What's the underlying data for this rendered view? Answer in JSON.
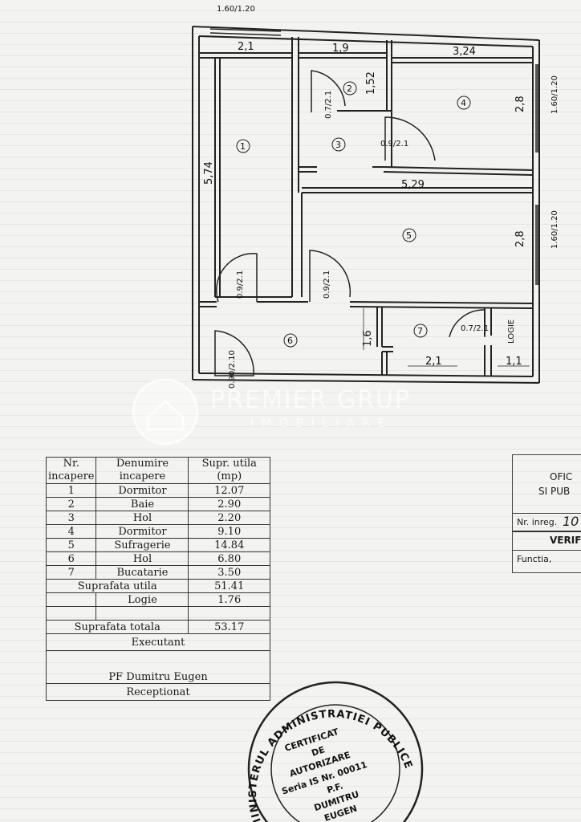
{
  "plan": {
    "top_window": "1.60/1.20",
    "dims": {
      "r1_width": "2,1",
      "r1_length": "5,74",
      "r2_width": "1,9",
      "r2_height": "1,52",
      "r4_width": "3,24",
      "r4_height": "2,8",
      "r5_width": "5,29",
      "r5_height": "2,8",
      "hall_height": "1,6",
      "kitchen_width": "2,1",
      "logia_width": "1,1"
    },
    "doors": {
      "d2": "0.7/2.1",
      "d3": "0.9/2.1",
      "d1": "0.9/2.1",
      "d5": "0.9/2.1",
      "entry": "0.90/2.10",
      "d7": "0.7/2.1"
    },
    "windows": {
      "w4": "1.60/1.20",
      "w5": "1.60/1.20"
    },
    "room_numbers": [
      "1",
      "2",
      "3",
      "4",
      "5",
      "6",
      "7"
    ],
    "logia_label": "LOGIE"
  },
  "watermark": {
    "brand": "PREMIER GRUP",
    "sub": "IMOBILIARE"
  },
  "table": {
    "headers": {
      "nr": [
        "Nr.",
        "incapere"
      ],
      "name": [
        "Denumire",
        "incapere"
      ],
      "area": [
        "Supr. utila",
        "(mp)"
      ]
    },
    "rows": [
      {
        "nr": "1",
        "name": "Dormitor",
        "area": "12.07"
      },
      {
        "nr": "2",
        "name": "Baie",
        "area": "2.90"
      },
      {
        "nr": "3",
        "name": "Hol",
        "area": "2.20"
      },
      {
        "nr": "4",
        "name": "Dormitor",
        "area": "9.10"
      },
      {
        "nr": "5",
        "name": "Sufragerie",
        "area": "14.84"
      },
      {
        "nr": "6",
        "name": "Hol",
        "area": "6.80"
      },
      {
        "nr": "7",
        "name": "Bucatarie",
        "area": "3.50"
      }
    ],
    "useful_label": "Suprafata utila",
    "useful_value": "51.41",
    "logia_name": "Logie",
    "logia_value": "1.76",
    "total_label": "Suprafata totala",
    "total_value": "53.17",
    "executant_label": "Executant",
    "executant_name": "PF Dumitru Eugen",
    "received_label": "Receptionat"
  },
  "side_box": {
    "line1": "OFIC",
    "line2": "SI PUB",
    "reg_label": "Nr. inreg.",
    "reg_value": "10",
    "verif": "VERIFIC",
    "function": "Functia,"
  },
  "seal": {
    "ring": "MINISTERUL ADMINISTRATIEI PUBLICE",
    "line1": "CERTIFICAT",
    "line2": "DE",
    "line3": "AUTORIZARE",
    "line4": "Seria IS Nr. 00011",
    "line5": "P.F.",
    "line6": "DUMITRU",
    "line7": "EUGEN"
  }
}
